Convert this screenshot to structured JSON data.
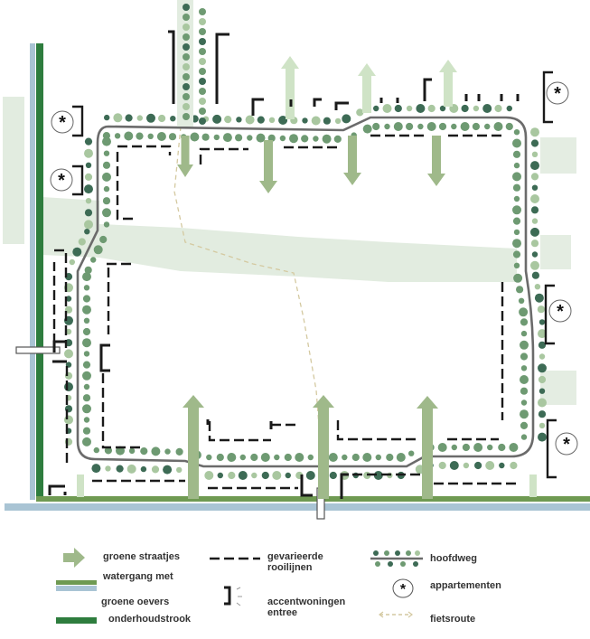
{
  "diagram": {
    "colors": {
      "green_street": "#9fb98a",
      "green_street_light": "#cfe3c6",
      "band": "#e2ece0",
      "canal": "#a9c4d4",
      "green_shore": "#2e7d3e",
      "road": "#6b6b6b",
      "tree_dark": "#3d6b55",
      "tree_mid": "#6e9a72",
      "tree_light": "#a9c7a0",
      "building_line": "#1a1a1a",
      "bike_route": "#d4c9a0"
    },
    "apartment_symbol": "*",
    "legend": {
      "green_streets": "groene straatjes",
      "water_edge": "watergang met",
      "green_banks": "groene oevers",
      "maintenance_strip": "onderhoudstrook",
      "building_lines_1": "gevarieerde",
      "building_lines_2": "rooilijnen",
      "front_entrance_1": "accentwoningen",
      "front_entrance_2": "entree",
      "main_road": "hoofdweg",
      "apartments": "appartementen",
      "bike_route": "fietsroute"
    }
  }
}
